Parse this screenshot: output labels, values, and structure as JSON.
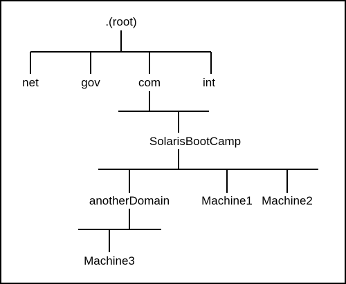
{
  "tree": {
    "root": ".(root)",
    "top_level_domains": {
      "net": "net",
      "gov": "gov",
      "com": "com",
      "int": "int"
    },
    "second_level": "SolarisBootCamp",
    "children": {
      "another_domain": "anotherDomain",
      "machine1": "Machine1",
      "machine2": "Machine2"
    },
    "grandchild": "Machine3"
  },
  "colors": {
    "line": "#000000",
    "text": "#000000",
    "background": "#ffffff"
  }
}
